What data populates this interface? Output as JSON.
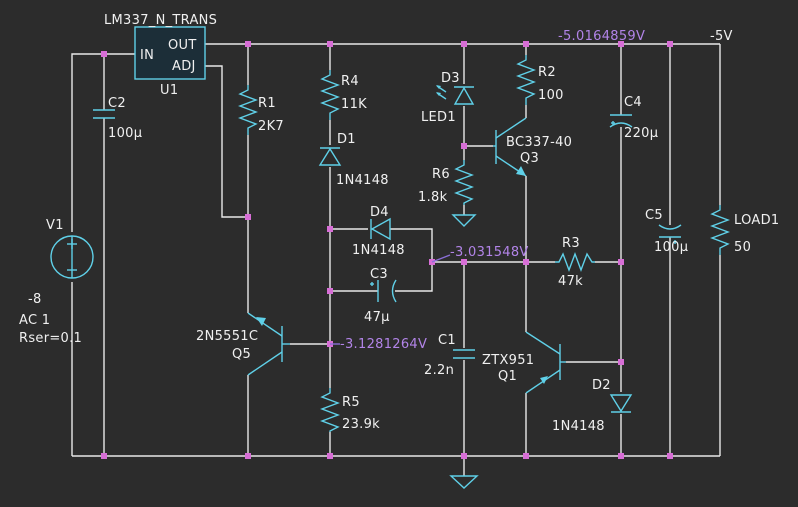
{
  "regulator": {
    "pin_in": "IN",
    "pin_out": "OUT",
    "pin_adj": "ADJ",
    "model": "LM337_N_TRANS",
    "ref": "U1"
  },
  "v1": {
    "ref": "V1",
    "value": "-8",
    "ac": "AC 1",
    "rser": "Rser=0.1"
  },
  "c2": {
    "ref": "C2",
    "value": "100µ"
  },
  "r1": {
    "ref": "R1",
    "value": "2K7"
  },
  "r4": {
    "ref": "R4",
    "value": "11K"
  },
  "d1": {
    "ref": "D1",
    "value": "1N4148"
  },
  "d3": {
    "ref": "D3",
    "value": "LED1"
  },
  "r2": {
    "ref": "R2",
    "value": "100"
  },
  "q3": {
    "ref": "Q3",
    "value": "BC337-40"
  },
  "r6": {
    "ref": "R6",
    "value": "1.8k"
  },
  "c4": {
    "ref": "C4",
    "value": "220µ"
  },
  "d4": {
    "ref": "D4",
    "value": "1N4148"
  },
  "c3": {
    "ref": "C3",
    "value": "47µ"
  },
  "r3": {
    "ref": "R3",
    "value": "47k"
  },
  "c5": {
    "ref": "C5",
    "value": "100µ"
  },
  "load": {
    "ref": "LOAD1",
    "value": "50"
  },
  "q5": {
    "ref": "Q5",
    "value": "2N5551C"
  },
  "c1": {
    "ref": "C1",
    "value": "2.2n"
  },
  "q1": {
    "ref": "Q1",
    "value": "ZTX951"
  },
  "d2": {
    "ref": "D2",
    "value": "1N4148"
  },
  "r5": {
    "ref": "R5",
    "value": "23.9k"
  },
  "probes": {
    "out": "-5.0164859V",
    "mid": "-3.031548V",
    "base": "-3.1281264V"
  },
  "net_label": "-5V"
}
